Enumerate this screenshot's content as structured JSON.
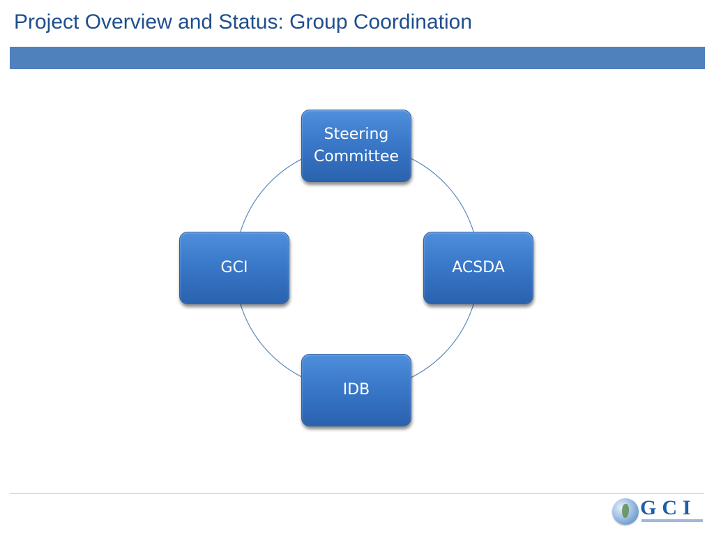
{
  "slide": {
    "title": "Project Overview and Status: Group Coordination"
  },
  "diagram": {
    "type": "cycle",
    "nodes": [
      {
        "id": "top",
        "label": "Steering\nCommittee"
      },
      {
        "id": "right",
        "label": "ACSDA"
      },
      {
        "id": "bottom",
        "label": "IDB"
      },
      {
        "id": "left",
        "label": "GCI"
      }
    ]
  },
  "logo": {
    "text": "GCI"
  },
  "colors": {
    "title": "#1f4e8c",
    "title_bar": "#4f81bd",
    "node_fill": "#3a78c9",
    "node_text": "#ffffff",
    "connector": "#5a86b8"
  }
}
